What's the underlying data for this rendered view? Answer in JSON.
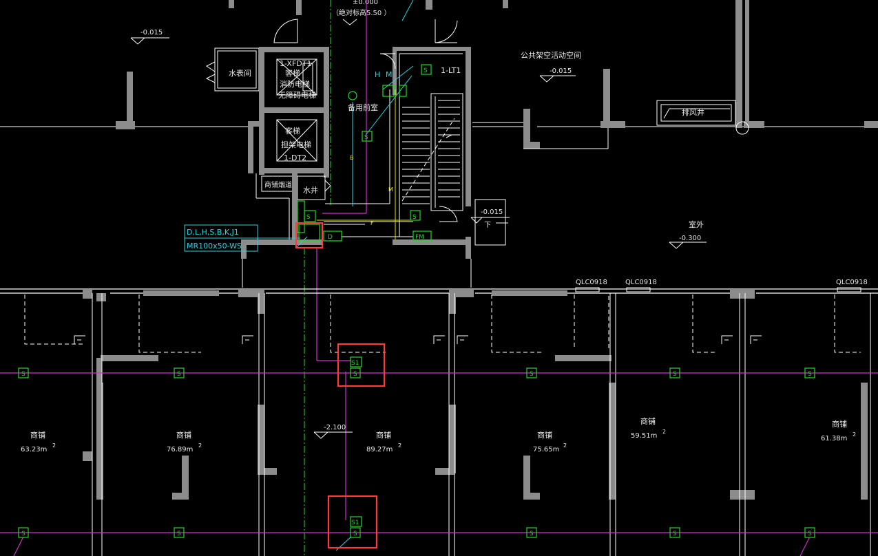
{
  "levels": {
    "top_center": "±0.000",
    "top_center_note": "（绝对标高5.50 ）",
    "top_left": "-0.015",
    "right_upper": "-0.015",
    "stair_exit": "-0.015",
    "outdoor": "-0.300",
    "shops": "-2.100"
  },
  "rooms": {
    "meter_room": "水表间",
    "fire_elevator": [
      "1-XFDT1",
      "客梯",
      "消防电梯",
      "无障碍电梯"
    ],
    "passenger_elevator": [
      "客梯",
      "担架电梯",
      "1-DT2"
    ],
    "smoke_shaft": "商铺烟道",
    "water_shaft": "水井",
    "reserve_room": "备用前室",
    "stair": "1-LT1",
    "public_space": "公共架空活动空间",
    "exhaust_shaft": "排风井",
    "outdoor": "室外",
    "stair_down": "下"
  },
  "cable_tag": [
    "D,L,H,S,B,K,J1",
    "MR100x50-WS"
  ],
  "stair_markers": [
    "S",
    "H",
    "M",
    "S",
    "F",
    "FM",
    "D",
    "M",
    "B"
  ],
  "windows": [
    "QLC0918",
    "QLC0918",
    "QLC0918"
  ],
  "shops": [
    {
      "name": "商铺",
      "area": "63.23m",
      "sup": "2"
    },
    {
      "name": "商铺",
      "area": "76.89m",
      "sup": "2"
    },
    {
      "name": "商铺",
      "area": "89.27m",
      "sup": "2"
    },
    {
      "name": "商铺",
      "area": "75.65m",
      "sup": "2"
    },
    {
      "name": "商铺",
      "area": "59.51m",
      "sup": "2"
    },
    {
      "name": "商铺",
      "area": "61.38m",
      "sup": "2"
    }
  ],
  "sensor_tag": "S",
  "sensor_s1": "S1",
  "colors": {
    "background": "#000000",
    "walls": "#8c8c8c",
    "lines": "#ffffff",
    "conduit": "#cc33cc",
    "device": "#22dd22",
    "tag": "#2ad4e0",
    "highlight": "#ff3b3b"
  }
}
